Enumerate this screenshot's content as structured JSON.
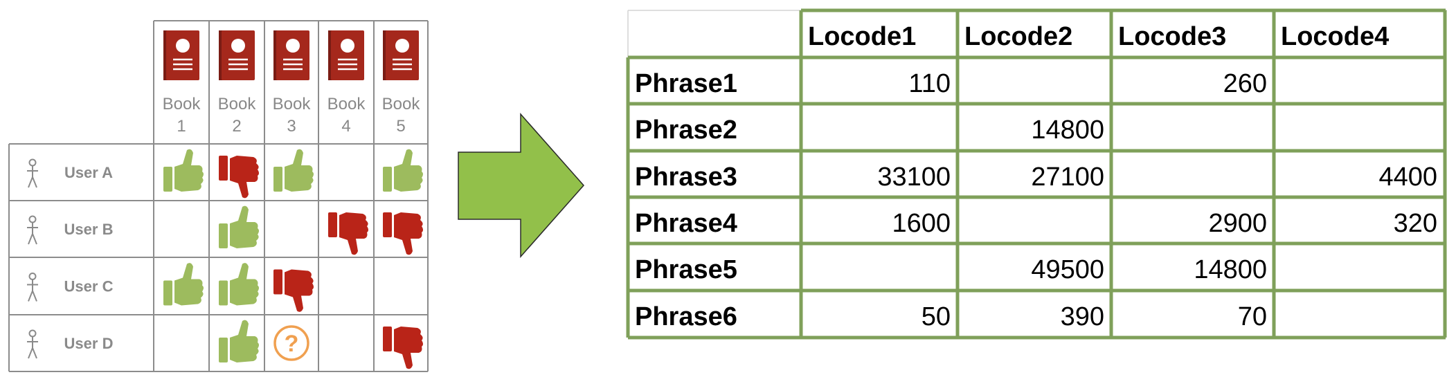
{
  "matrix": {
    "books": [
      {
        "label": "Book",
        "num": "1"
      },
      {
        "label": "Book",
        "num": "2"
      },
      {
        "label": "Book",
        "num": "3"
      },
      {
        "label": "Book",
        "num": "4"
      },
      {
        "label": "Book",
        "num": "5"
      }
    ],
    "users": [
      "User A",
      "User B",
      "User C",
      "User D"
    ],
    "ratings": [
      [
        "up",
        "down",
        "up",
        "",
        "up"
      ],
      [
        "",
        "up",
        "",
        "down",
        "down"
      ],
      [
        "up",
        "up",
        "down",
        "",
        ""
      ],
      [
        "",
        "up",
        "unknown",
        "",
        "down"
      ]
    ],
    "unknown_glyph": "?"
  },
  "colors": {
    "like": "#9dbb5e",
    "dislike": "#b92418",
    "unknown": "#f0a050",
    "book": "#a5281c",
    "arrow": "#92c04a",
    "sheet_border": "#7fa05a",
    "grid": "#8c8c8c"
  },
  "sheet": {
    "columns": [
      "Locode1",
      "Locode2",
      "Locode3",
      "Locode4"
    ],
    "rows": [
      {
        "label": "Phrase1",
        "cells": [
          "110",
          "",
          "260",
          ""
        ]
      },
      {
        "label": "Phrase2",
        "cells": [
          "",
          "14800",
          "",
          ""
        ]
      },
      {
        "label": "Phrase3",
        "cells": [
          "33100",
          "27100",
          "",
          "4400"
        ]
      },
      {
        "label": "Phrase4",
        "cells": [
          "1600",
          "",
          "2900",
          "320"
        ]
      },
      {
        "label": "Phrase5",
        "cells": [
          "",
          "49500",
          "14800",
          ""
        ]
      },
      {
        "label": "Phrase6",
        "cells": [
          "50",
          "390",
          "70",
          ""
        ]
      }
    ]
  }
}
